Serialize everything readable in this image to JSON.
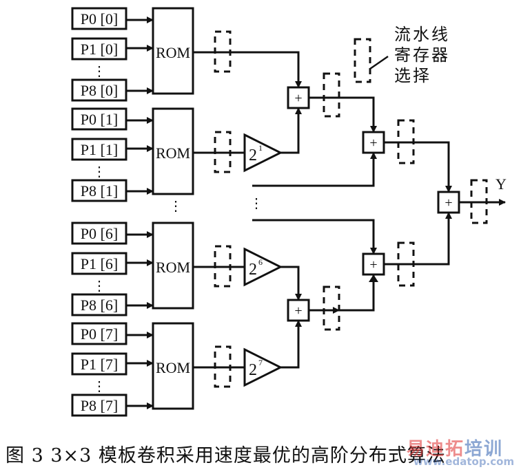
{
  "diagram": {
    "groups": [
      {
        "id": "bit0",
        "inputs": [
          "P0 [0]",
          "P1 [0]",
          "P8 [0]"
        ],
        "rom_label": "ROM",
        "shifter": null
      },
      {
        "id": "bit1",
        "inputs": [
          "P0 [1]",
          "P1 [1]",
          "P8 [1]"
        ],
        "rom_label": "ROM",
        "shifter": {
          "base": "2",
          "exp": "1"
        }
      },
      {
        "id": "bit6",
        "inputs": [
          "P0 [6]",
          "P1 [6]",
          "P8 [6]"
        ],
        "rom_label": "ROM",
        "shifter": {
          "base": "2",
          "exp": "6"
        }
      },
      {
        "id": "bit7",
        "inputs": [
          "P0 [7]",
          "P1 [7]",
          "P8 [7]"
        ],
        "rom_label": "ROM",
        "shifter": {
          "base": "2",
          "exp": "7"
        }
      }
    ],
    "adder_symbol": "+",
    "output_label": "Y",
    "ellipsis": "⋮",
    "legend": {
      "lines": [
        "流水线",
        "寄存器",
        "选择"
      ],
      "meaning": "pipeline register selection (dashed boxes)"
    }
  },
  "caption": "图 3  3×3 模板卷积采用速度最优的高阶分布式算法",
  "watermark": {
    "text_part1": "易迪拓",
    "text_part2": "培训",
    "url": "www.edatop.com",
    "color1": "#e03030",
    "color2": "#3060b0"
  }
}
